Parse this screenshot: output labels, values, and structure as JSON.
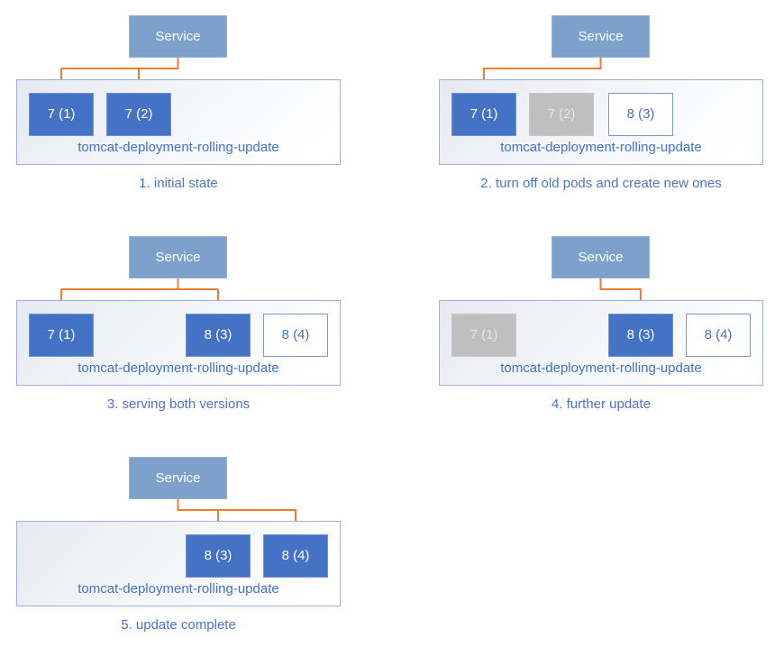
{
  "colors": {
    "pod_active": "#4472C4",
    "pod_active_text": "#FFFFFF",
    "pod_stopped": "#BFBFBF",
    "pod_stopped_text": "#E9E9E9",
    "pod_new_bg": "#FFFFFF",
    "pod_new_border": "#7F97CC",
    "pod_new_text": "#4F6FB3",
    "service_fill": "#7EA1CC",
    "service_text": "#FFFFFF",
    "arrow": "#ED7D31",
    "container_border": "#9FB1D8",
    "container_bg_start": "#E6E9F0",
    "container_bg_end": "#FFFFFF",
    "deployment_label_text": "#4472C4",
    "caption_text": "#4D74C4"
  },
  "panels": [
    {
      "caption": "1. initial state",
      "service_label": "Service",
      "deployment_label": "tomcat-deployment-rolling-update",
      "pods": [
        {
          "label": "7 (1)",
          "state": "active"
        },
        {
          "label": "7 (2)",
          "state": "active"
        }
      ]
    },
    {
      "caption": "2. turn off old pods and create new ones",
      "service_label": "Service",
      "deployment_label": "tomcat-deployment-rolling-update",
      "pods": [
        {
          "label": "7 (1)",
          "state": "active"
        },
        {
          "label": "7 (2)",
          "state": "stopped"
        },
        {
          "label": "8 (3)",
          "state": "new"
        }
      ]
    },
    {
      "caption": "3. serving both versions",
      "service_label": "Service",
      "deployment_label": "tomcat-deployment-rolling-update",
      "pods": [
        {
          "label": "7 (1)",
          "state": "active"
        },
        {
          "label": "8 (3)",
          "state": "active"
        },
        {
          "label": "8 (4)",
          "state": "new"
        }
      ]
    },
    {
      "caption": "4. further update",
      "service_label": "Service",
      "deployment_label": "tomcat-deployment-rolling-update",
      "pods": [
        {
          "label": "7 (1)",
          "state": "stopped"
        },
        {
          "label": "8 (3)",
          "state": "active"
        },
        {
          "label": "8 (4)",
          "state": "new"
        }
      ]
    },
    {
      "caption": "5. update complete",
      "service_label": "Service",
      "deployment_label": "tomcat-deployment-rolling-update",
      "pods": [
        {
          "label": "8 (3)",
          "state": "active"
        },
        {
          "label": "8 (4)",
          "state": "active"
        }
      ]
    }
  ]
}
